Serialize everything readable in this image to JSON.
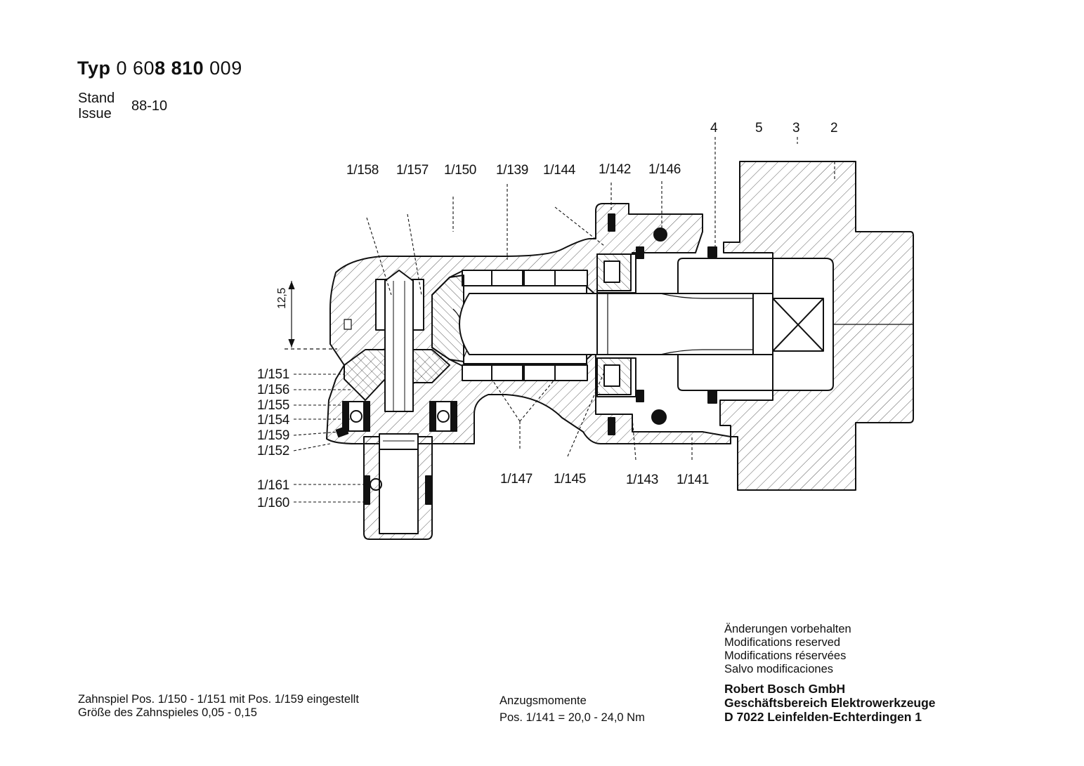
{
  "header": {
    "typ": "Typ",
    "number_a": "0 60",
    "number_b": "8 810",
    "number_c": " 009",
    "stand": "Stand",
    "issue": "Issue",
    "date": "88-10"
  },
  "dimension": {
    "value": "12,5"
  },
  "callouts": {
    "c1_158": "1/158",
    "c1_157": "1/157",
    "c1_150": "1/150",
    "c1_139": "1/139",
    "c1_144": "1/144",
    "c1_142": "1/142",
    "c1_146": "1/146",
    "c4": "4",
    "c5": "5",
    "c3": "3",
    "c2": "2",
    "c1_151": "1/151",
    "c1_156": "1/156",
    "c1_155": "1/155",
    "c1_154": "1/154",
    "c1_159": "1/159",
    "c1_152": "1/152",
    "c1_161": "1/161",
    "c1_160": "1/160",
    "c1_147": "1/147",
    "c1_145": "1/145",
    "c1_143": "1/143",
    "c1_141": "1/141"
  },
  "notes": {
    "zahnspiel_line1": "Zahnspiel Pos. 1/150 - 1/151 mit Pos. 1/159 eingestellt",
    "zahnspiel_line2": "Größe des Zahnspieles 0,05 - 0,15",
    "anzug_line1": "Anzugsmomente",
    "anzug_line2": "Pos. 1/141 = 20,0 - 24,0 Nm"
  },
  "disclaimer": {
    "de": "Änderungen vorbehalten",
    "en": "Modifications reserved",
    "fr": "Modifications réservées",
    "es": "Salvo modificaciones"
  },
  "company": {
    "name": "Robert Bosch GmbH",
    "division": "Geschäftsbereich Elektrowerkzeuge",
    "address": "D 7022 Leinfelden-Echterdingen 1"
  }
}
